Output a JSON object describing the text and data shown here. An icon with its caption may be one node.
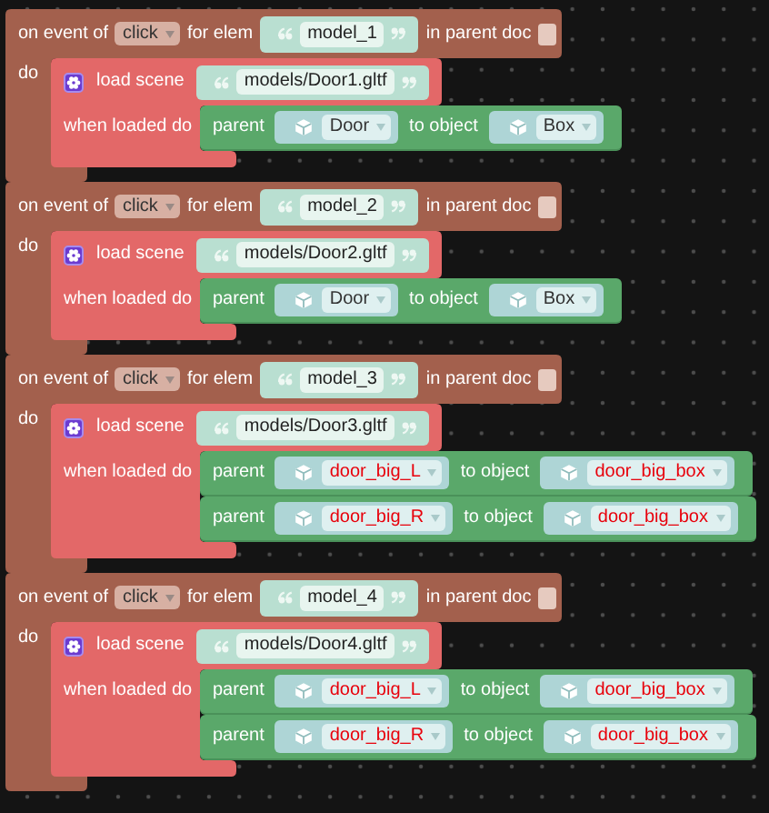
{
  "diagram": {
    "nodes": [
      {
        "text": [
          "on event of",
          "for elem",
          "in parent doc",
          "do"
        ]
      },
      {
        "text": [
          "click"
        ],
        "in": 0
      },
      {
        "text": [
          "model_1"
        ],
        "in": 0
      },
      {
        "text": [
          "load scene",
          "when loaded do"
        ],
        "in": 0
      },
      {
        "text": [
          "models/Door1.gltf"
        ],
        "in": 3
      },
      {
        "text": [
          "parent",
          "to object"
        ]
      },
      {
        "text": [
          "Door"
        ],
        "in": 5
      },
      {
        "text": [
          "Box"
        ],
        "in": 5
      },
      {
        "text": [
          "on event of",
          "for elem",
          "in parent doc",
          "do"
        ]
      },
      {
        "text": [
          "click"
        ],
        "in": 8
      },
      {
        "text": [
          "model_2"
        ],
        "in": 8
      },
      {
        "text": [
          "load scene",
          "when loaded do"
        ],
        "in": 8
      },
      {
        "text": [
          "models/Door2.gltf"
        ],
        "in": 11
      },
      {
        "text": [
          "parent",
          "to object"
        ]
      },
      {
        "text": [
          "Door"
        ],
        "in": 13
      },
      {
        "text": [
          "Box"
        ],
        "in": 13
      },
      {
        "text": [
          "on event of",
          "for elem",
          "in parent doc",
          "do"
        ]
      },
      {
        "text": [
          "click"
        ],
        "in": 16
      },
      {
        "text": [
          "model_3"
        ],
        "in": 16
      },
      {
        "text": [
          "load scene",
          "when loaded do"
        ],
        "in": 16
      },
      {
        "text": [
          "models/Door3.gltf"
        ],
        "in": 19
      },
      {
        "text": [
          "parent",
          "to object"
        ]
      },
      {
        "text": [
          "door_big_L"
        ],
        "in": 21
      },
      {
        "text": [
          "door_big_box"
        ],
        "in": 21
      },
      {
        "text": [
          "parent",
          "to object"
        ]
      },
      {
        "text": [
          "door_big_R"
        ],
        "in": 24
      },
      {
        "text": [
          "door_big_box"
        ],
        "in": 24
      },
      {
        "text": [
          "on event of",
          "for elem",
          "in parent doc",
          "do"
        ]
      },
      {
        "text": [
          "click"
        ],
        "in": 27
      },
      {
        "text": [
          "model_4"
        ],
        "in": 27
      },
      {
        "text": [
          "load scene",
          "when loaded do"
        ],
        "in": 27
      },
      {
        "text": [
          "models/Door4.gltf"
        ],
        "in": 30
      },
      {
        "text": [
          "parent",
          "to object"
        ]
      },
      {
        "text": [
          "door_big_L"
        ],
        "in": 32
      },
      {
        "text": [
          "door_big_box"
        ],
        "in": 32
      },
      {
        "text": [
          "parent",
          "to object"
        ]
      },
      {
        "text": [
          "door_big_R"
        ],
        "in": 35
      },
      {
        "text": [
          "door_big_box"
        ],
        "in": 35
      }
    ]
  }
}
